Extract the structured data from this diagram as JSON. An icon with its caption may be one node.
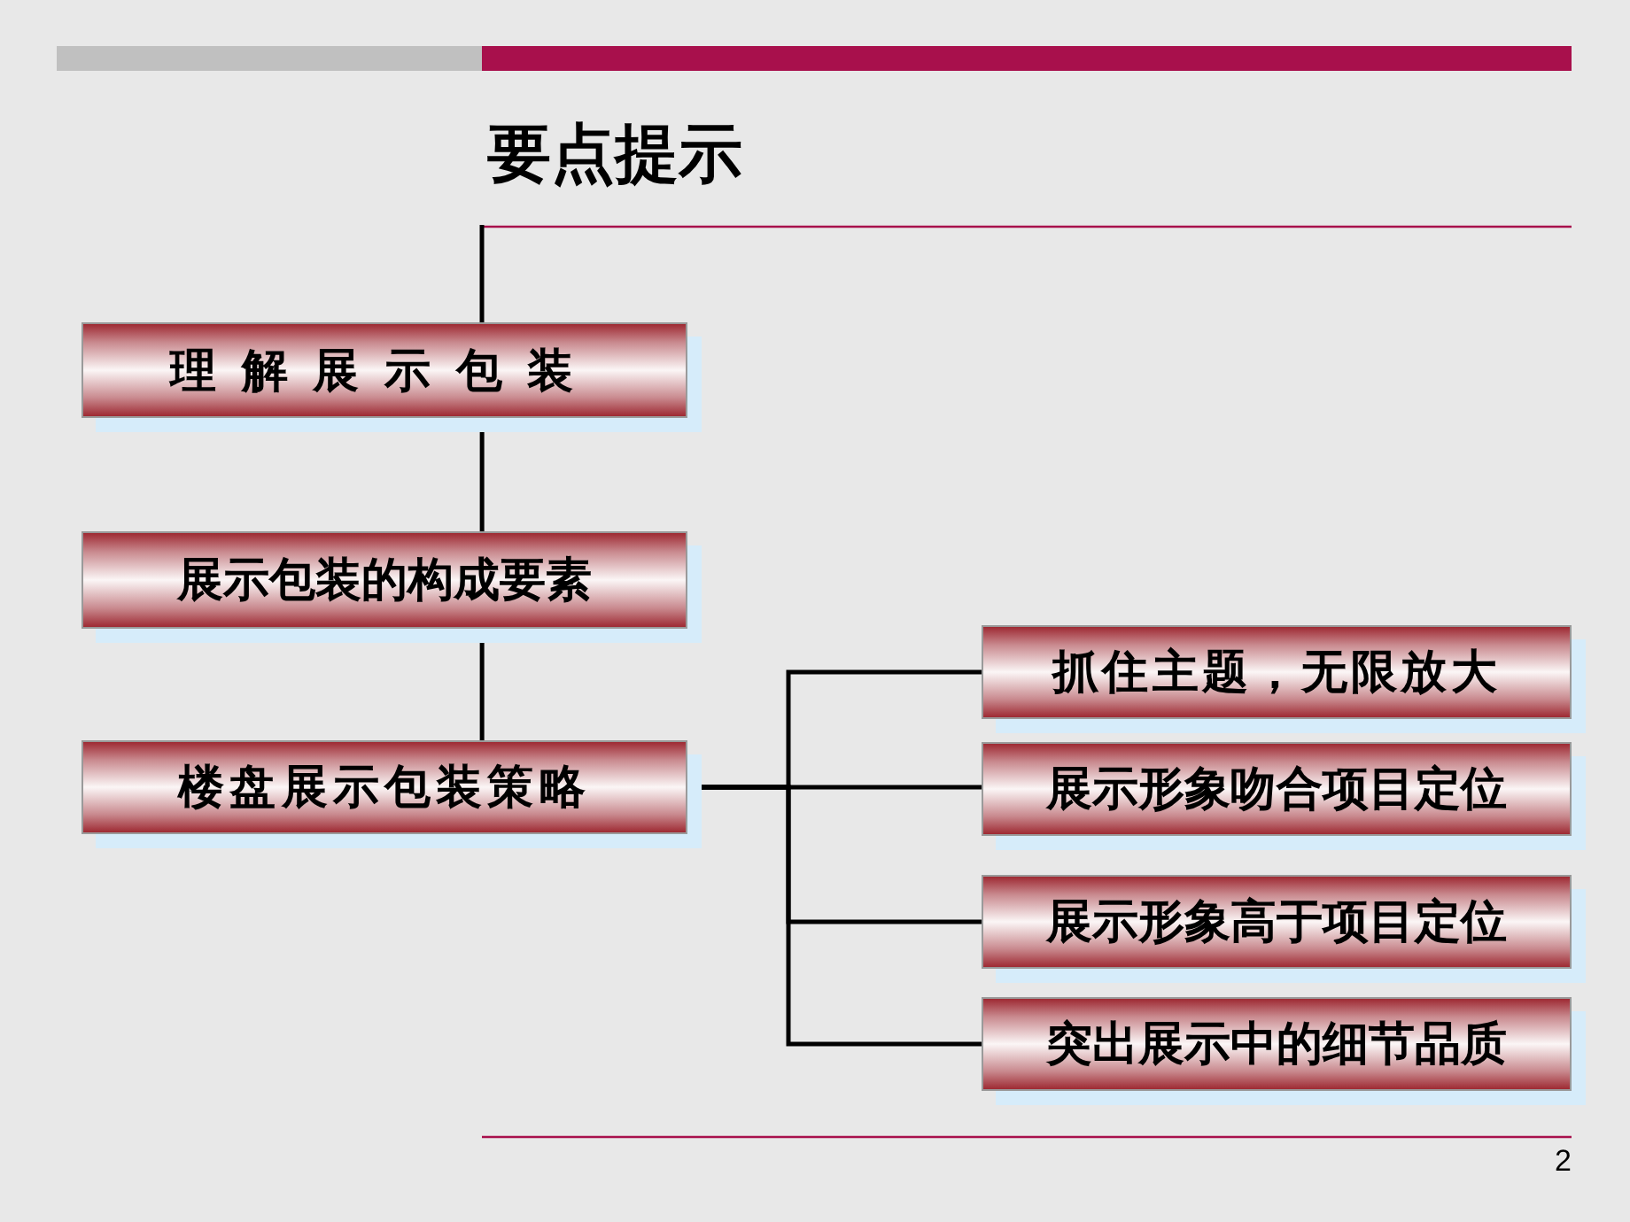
{
  "diagram": {
    "title": "要点提示",
    "nodes": [
      {
        "text": [
          "理解展示包装"
        ]
      },
      {
        "text": [
          "展示包装的构成要素"
        ]
      },
      {
        "text": [
          "楼盘展示包装策略"
        ]
      },
      {
        "text": [
          "抓住主题，无限放大"
        ]
      },
      {
        "text": [
          "展示形象吻合项目定位"
        ]
      },
      {
        "text": [
          "展示形象高于项目定位"
        ]
      },
      {
        "text": [
          "突出展示中的细节品质"
        ]
      }
    ],
    "edges": [
      {
        "from": 0,
        "to": 1,
        "arrow": "none"
      },
      {
        "from": 1,
        "to": 2,
        "arrow": "none"
      },
      {
        "from": 2,
        "to": 3,
        "arrow": "none"
      },
      {
        "from": 2,
        "to": 4,
        "arrow": "none"
      },
      {
        "from": 2,
        "to": 5,
        "arrow": "none"
      },
      {
        "from": 2,
        "to": 6,
        "arrow": "none"
      }
    ],
    "labels": [
      "2"
    ]
  }
}
